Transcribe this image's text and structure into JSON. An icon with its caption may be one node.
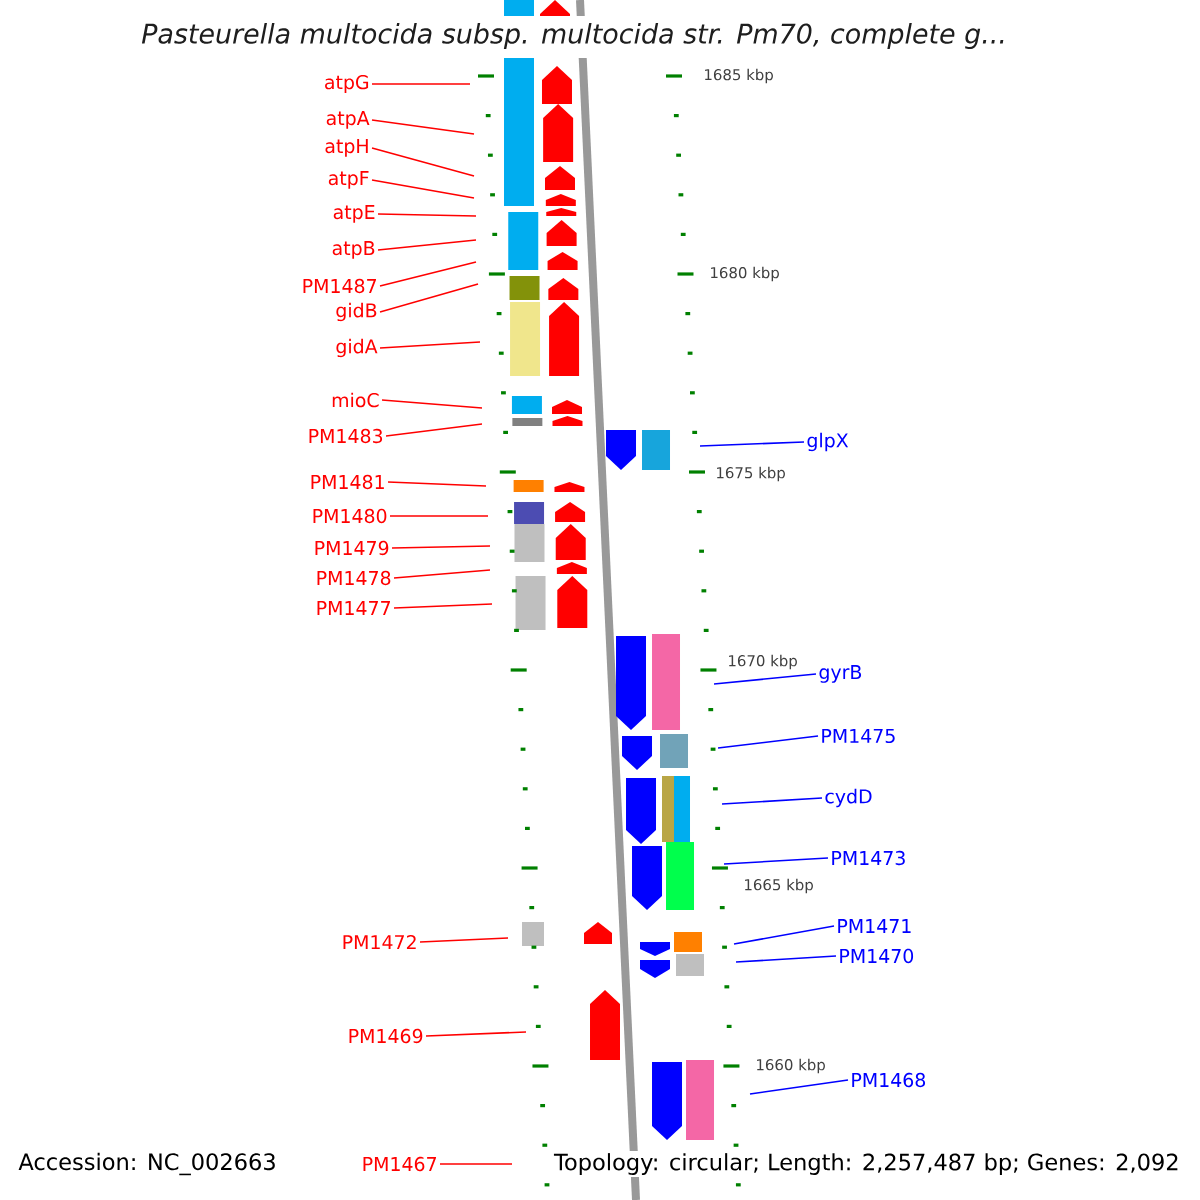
{
  "diagram": {
    "title": "Pasteurella multocida subsp. multocida str. Pm70, complete g...",
    "nodes": [
      {
        "text": [
          "atpG"
        ]
      },
      {
        "text": [
          "atpA"
        ]
      },
      {
        "text": [
          "atpH"
        ]
      },
      {
        "text": [
          "atpF"
        ]
      },
      {
        "text": [
          "atpE"
        ]
      },
      {
        "text": [
          "atpB"
        ]
      },
      {
        "text": [
          "PM1487"
        ]
      },
      {
        "text": [
          "gidB"
        ]
      },
      {
        "text": [
          "gidA"
        ]
      },
      {
        "text": [
          "mioC"
        ]
      },
      {
        "text": [
          "PM1483"
        ]
      },
      {
        "text": [
          "glpX"
        ]
      },
      {
        "text": [
          "PM1481"
        ]
      },
      {
        "text": [
          "PM1480"
        ]
      },
      {
        "text": [
          "PM1479"
        ]
      },
      {
        "text": [
          "PM1478"
        ]
      },
      {
        "text": [
          "PM1477"
        ]
      },
      {
        "text": [
          "gyrB"
        ]
      },
      {
        "text": [
          "PM1475"
        ]
      },
      {
        "text": [
          "cydD"
        ]
      },
      {
        "text": [
          "PM1473"
        ]
      },
      {
        "text": [
          "PM1472"
        ]
      },
      {
        "text": [
          "PM1471"
        ]
      },
      {
        "text": [
          "PM1470"
        ]
      },
      {
        "text": [
          "PM1469"
        ]
      },
      {
        "text": [
          "PM1468"
        ]
      },
      {
        "text": [
          "PM1467"
        ]
      }
    ],
    "edges": [
      {
        "from": 0,
        "to": null,
        "arrow": "none"
      },
      {
        "from": 1,
        "to": null,
        "arrow": "none"
      },
      {
        "from": 2,
        "to": null,
        "arrow": "none"
      },
      {
        "from": 3,
        "to": null,
        "arrow": "none"
      },
      {
        "from": 4,
        "to": null,
        "arrow": "none"
      },
      {
        "from": 5,
        "to": null,
        "arrow": "none"
      },
      {
        "from": 6,
        "to": null,
        "arrow": "none"
      },
      {
        "from": 7,
        "to": null,
        "arrow": "none"
      },
      {
        "from": 8,
        "to": null,
        "arrow": "none"
      },
      {
        "from": 9,
        "to": null,
        "arrow": "none"
      },
      {
        "from": 10,
        "to": null,
        "arrow": "none"
      },
      {
        "from": 11,
        "to": null,
        "arrow": "none",
        "color": "#0000ff"
      },
      {
        "from": 12,
        "to": null,
        "arrow": "none"
      },
      {
        "from": 13,
        "to": null,
        "arrow": "none"
      },
      {
        "from": 14,
        "to": null,
        "arrow": "none"
      },
      {
        "from": 15,
        "to": null,
        "arrow": "none"
      },
      {
        "from": 16,
        "to": null,
        "arrow": "none"
      },
      {
        "from": 17,
        "to": null,
        "arrow": "none",
        "color": "#0000ff"
      },
      {
        "from": 18,
        "to": null,
        "arrow": "none",
        "color": "#0000ff"
      },
      {
        "from": 19,
        "to": null,
        "arrow": "none",
        "color": "#0000ff"
      },
      {
        "from": 20,
        "to": null,
        "arrow": "none",
        "color": "#0000ff"
      },
      {
        "from": 21,
        "to": null,
        "arrow": "none"
      },
      {
        "from": 22,
        "to": null,
        "arrow": "none",
        "color": "#0000ff"
      },
      {
        "from": 23,
        "to": null,
        "arrow": "none",
        "color": "#0000ff"
      },
      {
        "from": 24,
        "to": null,
        "arrow": "none"
      },
      {
        "from": 25,
        "to": null,
        "arrow": "none",
        "color": "#0000ff"
      },
      {
        "from": 26,
        "to": null,
        "arrow": "none"
      }
    ],
    "labels": [
      "1685 kbp",
      "1680 kbp",
      "1675 kbp",
      "1670 kbp",
      "1665 kbp",
      "1660 kbp",
      "Accession: NC_002663",
      "Topology: circular; Length: 2,257,487 bp; Genes: 2,092"
    ]
  }
}
